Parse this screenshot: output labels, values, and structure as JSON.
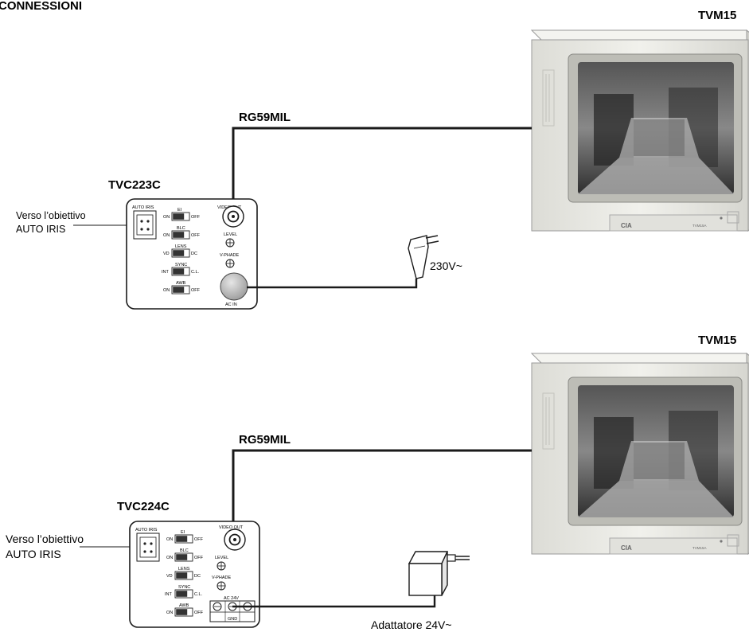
{
  "header": {
    "title": "CONNESSIONI"
  },
  "diagram_top": {
    "monitor_label": "TVM15",
    "cable_label": "RG59MIL",
    "camera_label": "TVC223C",
    "iris_note_line1": "Verso l’obiettivo",
    "iris_note_line2": "AUTO IRIS",
    "power_label": "230V~",
    "monitor_brand": "CIA",
    "monitor_model": "TVM15A"
  },
  "diagram_bottom": {
    "monitor_label": "TVM15",
    "cable_label": "RG59MIL",
    "camera_label": "TVC224C",
    "iris_note_line1": "Verso l’obiettivo",
    "iris_note_line2": "AUTO IRIS",
    "power_label": "Adattatore 24V~",
    "monitor_brand": "CIA",
    "monitor_model": "TVM15A"
  },
  "camera_panel": {
    "auto_iris": "AUTO IRIS",
    "video_out": "VIDEO OUT",
    "level": "LEVEL",
    "v_phase": "V-PHADE",
    "ac_in": "AC IN",
    "ac_24v": "AC 24V",
    "gnd": "GND",
    "switches": [
      {
        "title": "EI",
        "left": "ON",
        "right": "OFF"
      },
      {
        "title": "BLC",
        "left": "ON",
        "right": "OFF"
      },
      {
        "title": "LENS",
        "left": "VD",
        "right": "DC"
      },
      {
        "title": "SYNC",
        "left": "INT",
        "right": "C.L."
      },
      {
        "title": "AWB",
        "left": "ON",
        "right": "OFF"
      }
    ]
  },
  "colors": {
    "line": "#1a1a1a",
    "monitor_case": "#e9e9e4",
    "screen": "#3c3c3c"
  }
}
